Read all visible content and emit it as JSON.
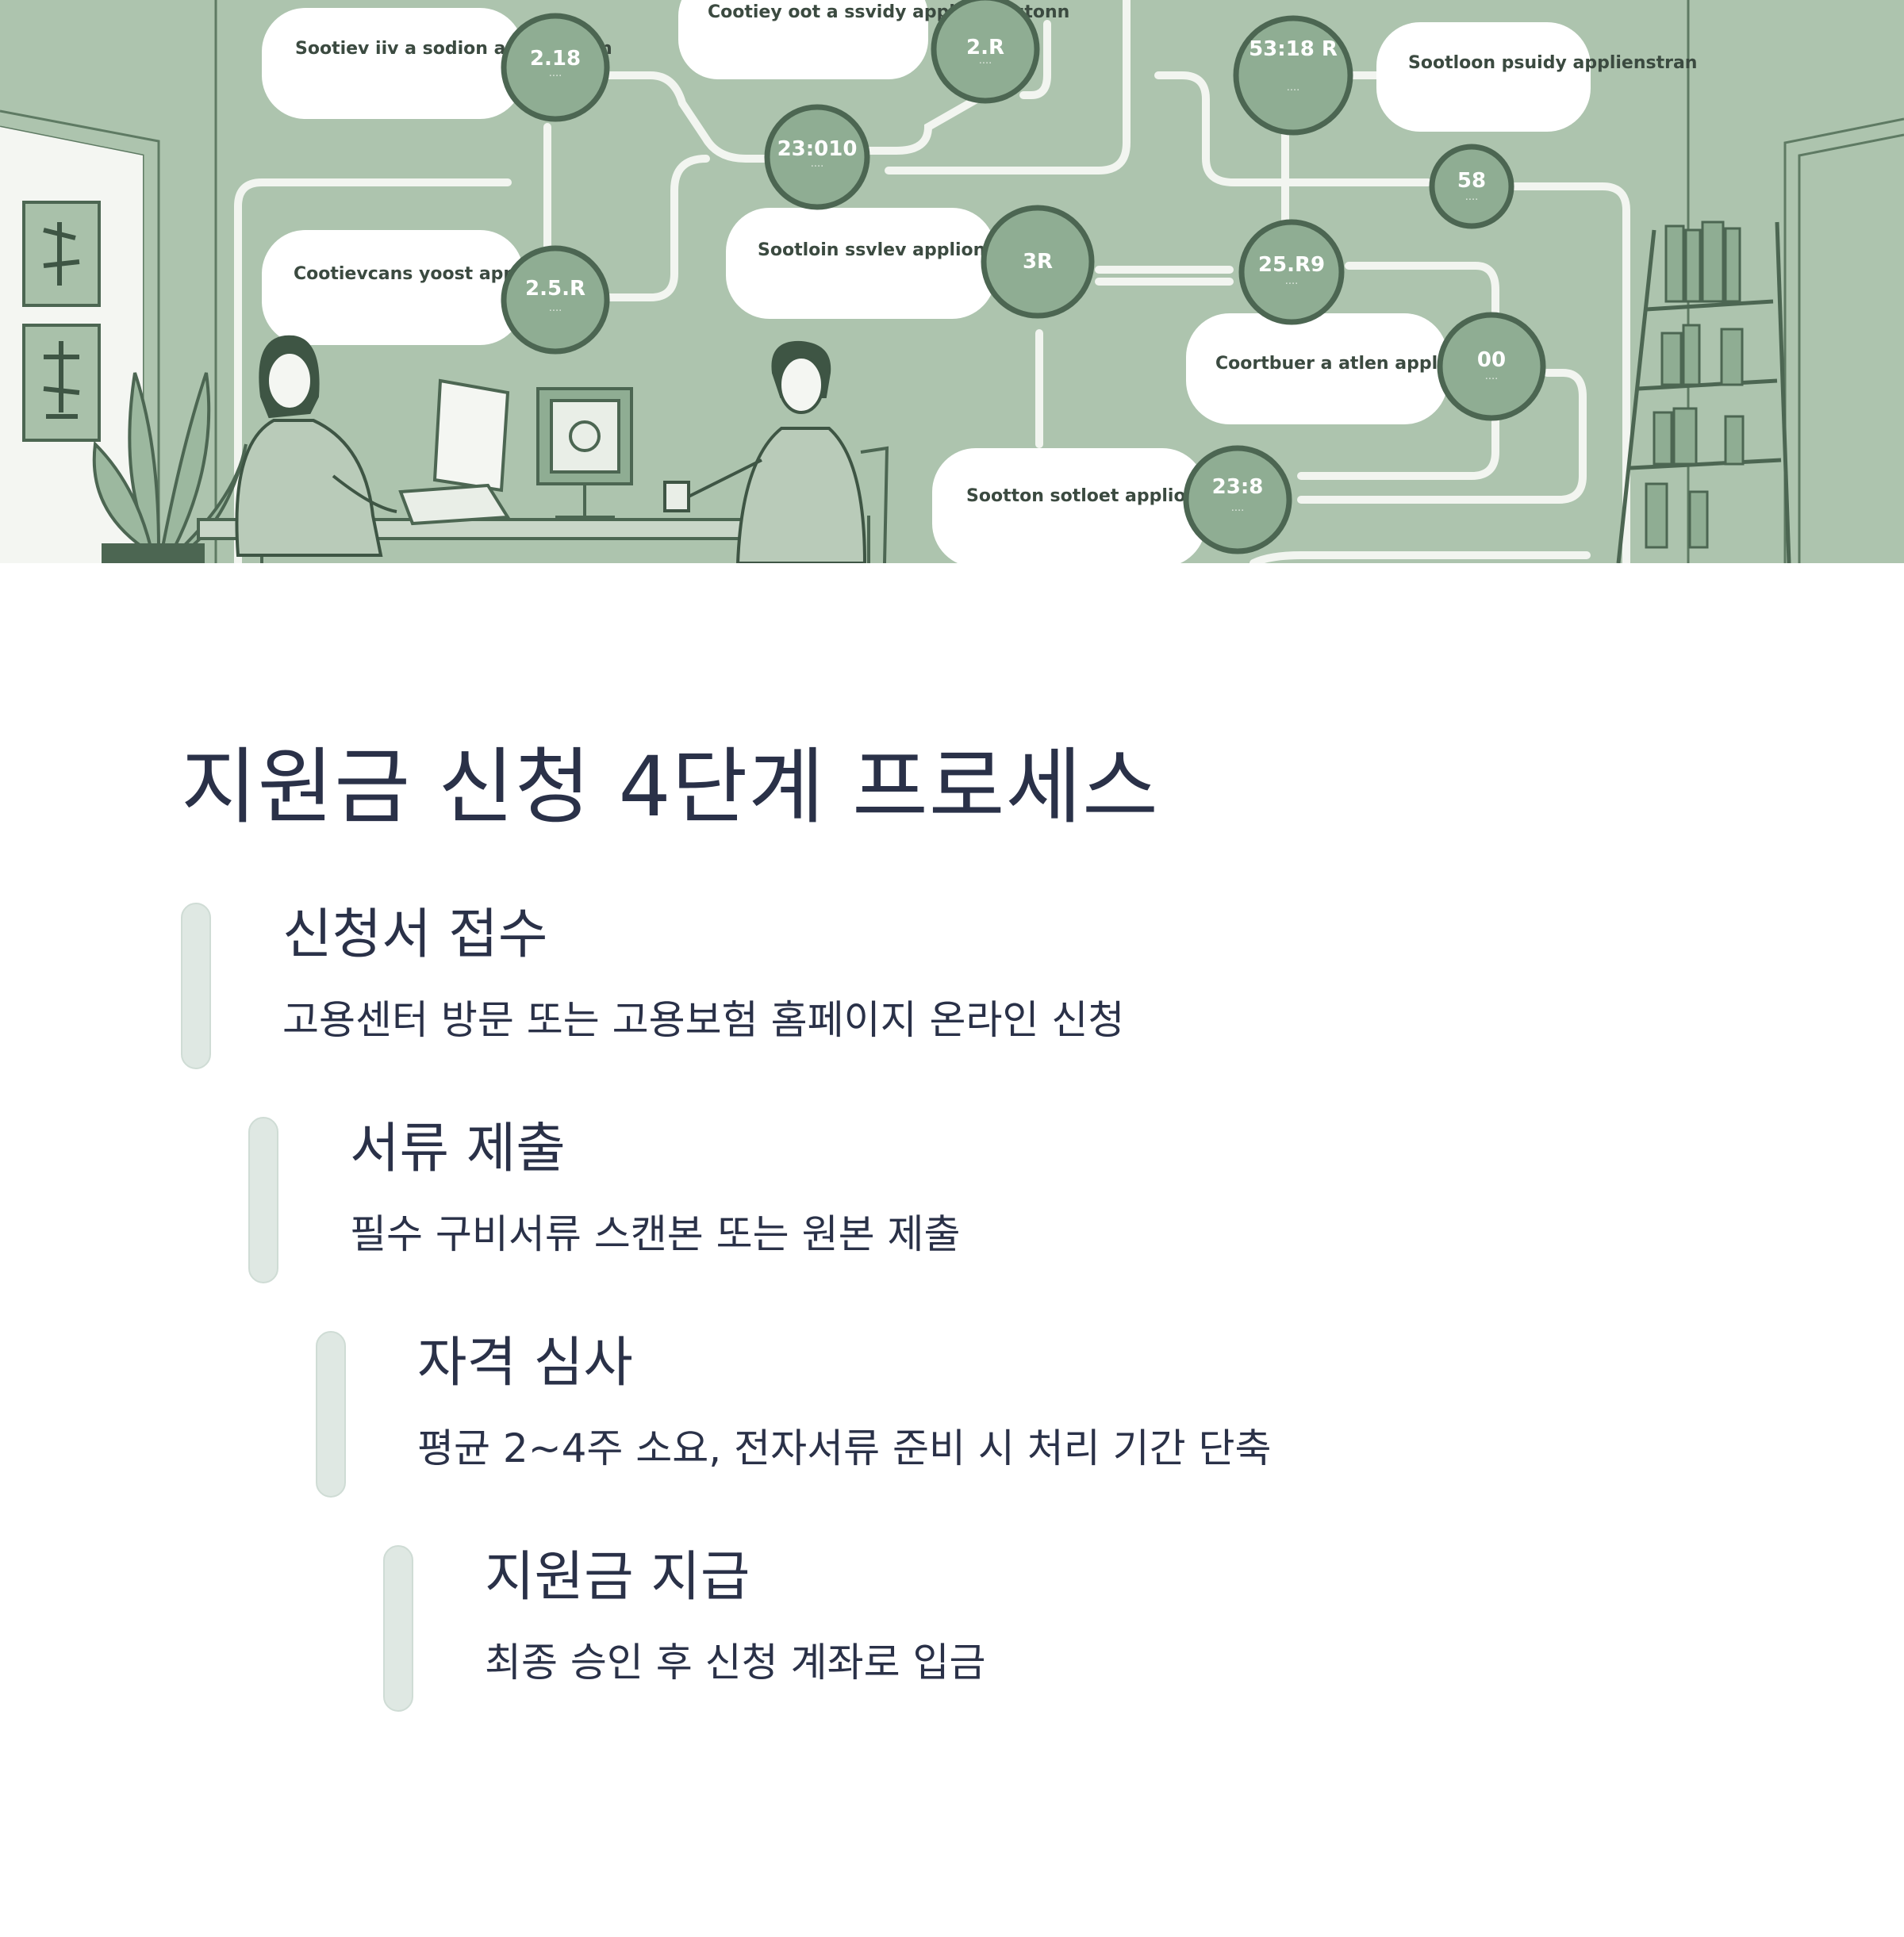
{
  "hero": {
    "cards": [
      "Sootiev iiv a sodion applengiton",
      "Cootiey oot a ssvidy applierlongtonn",
      "Sootloon psuidy applienstran",
      "Cootievcans yoost appliem",
      "Sootloin ssvlev applionsiton",
      "Coortbuer a atlen applionyitont",
      "Sootton sotloet applionyton"
    ],
    "nodes": [
      "2.18",
      "2.R",
      "23:010",
      "2.5.R",
      "3R",
      "53:18 R",
      "58",
      "25.R9",
      "00",
      "23:8"
    ]
  },
  "title": "지원금 신청 4단계 프로세스",
  "steps": [
    {
      "title": "신청서 접수",
      "desc": "고용센터 방문 또는 고용보험 홈페이지 온라인 신청"
    },
    {
      "title": "서류 제출",
      "desc": "필수 구비서류 스캔본 또는 원본 제출"
    },
    {
      "title": "자격 심사",
      "desc": "평균 2~4주 소요, 전자서류 준비 시 처리 기간 단축"
    },
    {
      "title": "지원금 지급",
      "desc": "최종 승인 후 신청 계좌로 입금"
    }
  ],
  "colors": {
    "hero_background": "#adc4ae",
    "node_fill": "#8fad93",
    "node_ring": "#4c6652",
    "text": "#2a3148",
    "step_bar": "#dfe8e3"
  }
}
